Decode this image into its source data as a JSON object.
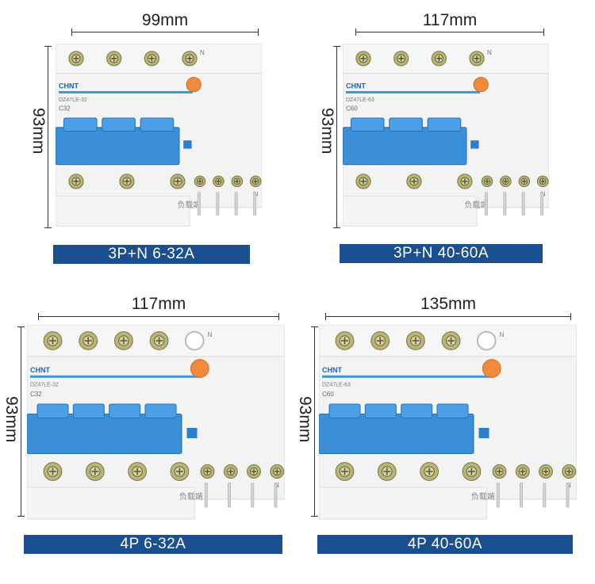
{
  "brand": "CHNT",
  "products": [
    {
      "width_label": "99mm",
      "height_label": "93mm",
      "caption": "3P+N 6-32A",
      "model": "DZ47LE-32",
      "rating": "C32",
      "neutral_mark": "N",
      "load_label": "负载端",
      "poles": 3
    },
    {
      "width_label": "117mm",
      "height_label": "93mm",
      "caption": "3P+N 40-60A",
      "model": "DZ47LE-63",
      "rating": "C60",
      "neutral_mark": "N",
      "load_label": "负载端",
      "poles": 3
    },
    {
      "width_label": "117mm",
      "height_label": "93mm",
      "caption": "4P 6-32A",
      "model": "DZ47LE-32",
      "rating": "C32",
      "neutral_mark": "N",
      "load_label": "负载端",
      "poles": 4
    },
    {
      "width_label": "135mm",
      "height_label": "93mm",
      "caption": "4P 40-60A",
      "model": "DZ47LE-63",
      "rating": "C60",
      "neutral_mark": "N",
      "load_label": "负载端",
      "poles": 4
    }
  ],
  "colors": {
    "caption_bg": "#1b4f8f",
    "handle_blue": "#3a8fd8",
    "body": "#f3f3f3",
    "test_button": "#f28a3c"
  }
}
